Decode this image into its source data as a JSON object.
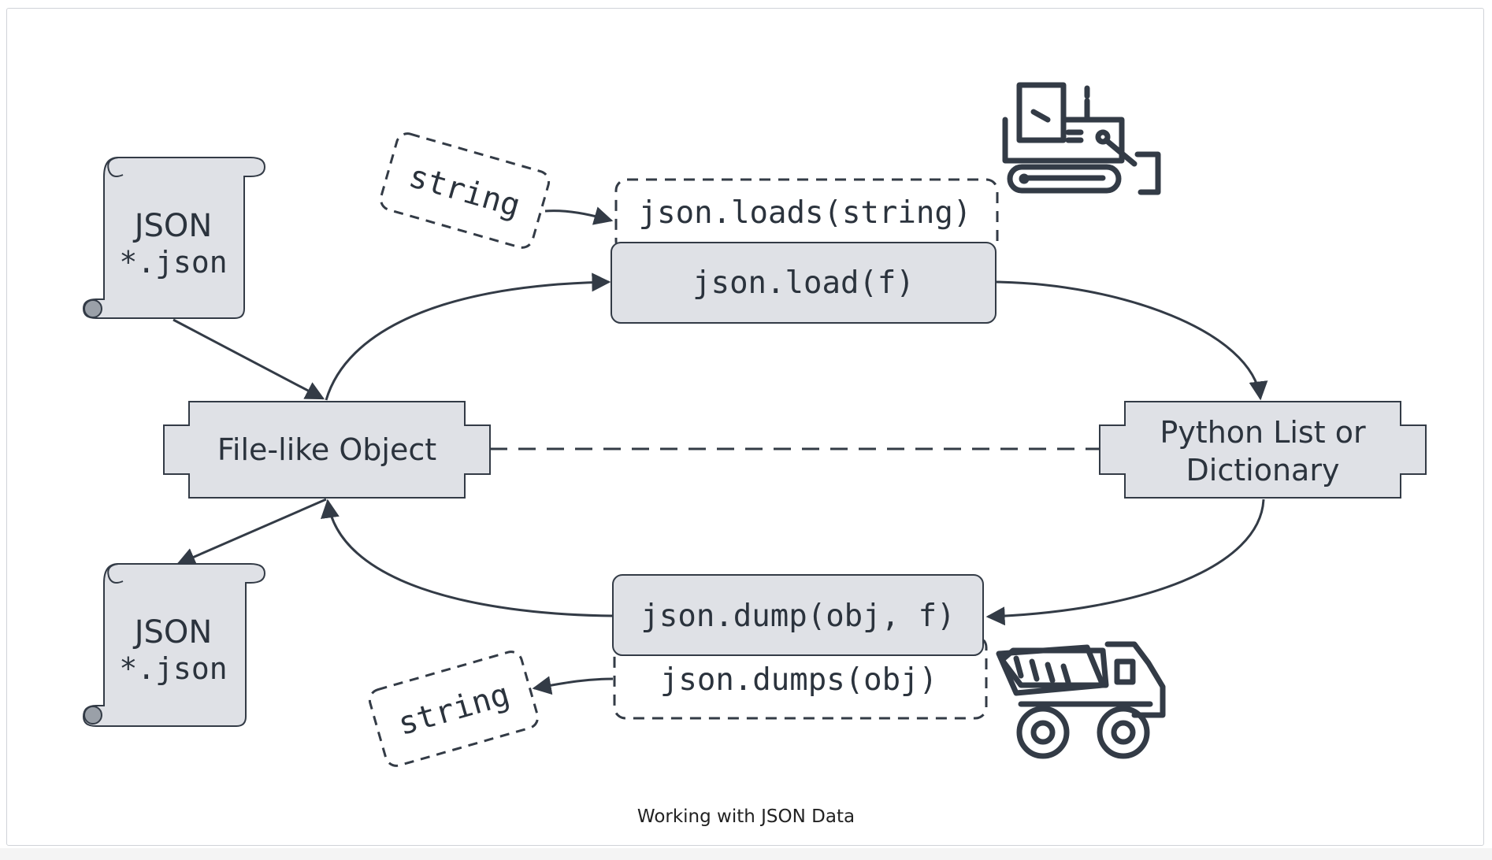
{
  "json_file_top": {
    "title": "JSON",
    "ext": "*.json"
  },
  "json_file_bottom": {
    "title": "JSON",
    "ext": "*.json"
  },
  "string_top": "string",
  "string_bottom": "string",
  "loads_label": "json.loads(string)",
  "load_label": "json.load(f)",
  "file_object_label": "File-like Object",
  "python_label_line1": "Python List or",
  "python_label_line2": "Dictionary",
  "dump_label": "json.dump(obj, f)",
  "dumps_label": "json.dumps(obj)",
  "caption": "Working with JSON Data",
  "icons": {
    "top_right": "bulldozer-icon",
    "bottom_right": "dump-truck-icon"
  },
  "colors": {
    "box_fill": "#dfe1e6",
    "stroke": "#333b46",
    "text": "#2b333d"
  }
}
